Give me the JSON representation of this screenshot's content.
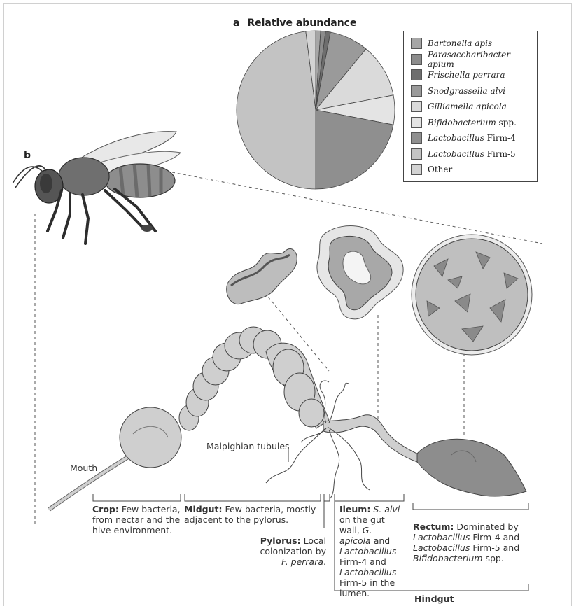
{
  "panel_a": {
    "letter": "a",
    "title": "Relative abundance"
  },
  "panel_b": {
    "letter": "b"
  },
  "chart_data": {
    "type": "pie",
    "title": "Relative abundance",
    "categories": [
      "Bartonella apis",
      "Parasaccharibacter apium",
      "Frischella perrara",
      "Snodgrassella alvi",
      "Gilliamella apicola",
      "Bifidobacterium spp.",
      "Lactobacillus Firm-4",
      "Lactobacillus Firm-5",
      "Other"
    ],
    "values": [
      1,
      1,
      1,
      8,
      11,
      6,
      22,
      48,
      2
    ],
    "colors": [
      "#a6a6a6",
      "#8c8c8c",
      "#6e6e6e",
      "#9a9a9a",
      "#dadada",
      "#e4e4e4",
      "#8f8f8f",
      "#c3c3c3",
      "#d3d3d3"
    ],
    "legend_position": "right"
  },
  "legend": {
    "items": [
      {
        "italic": "Bartonella apis",
        "plain": ""
      },
      {
        "italic": "Parasaccharibacter apium",
        "plain": ""
      },
      {
        "italic": "Frischella perrara",
        "plain": ""
      },
      {
        "italic": "Snodgrassella alvi",
        "plain": ""
      },
      {
        "italic": "Gilliamella apicola",
        "plain": ""
      },
      {
        "italic": "Bifidobacterium",
        "plain": " spp."
      },
      {
        "italic": "Lactobacillus",
        "plain": " Firm-4"
      },
      {
        "italic": "Lactobacillus",
        "plain": " Firm-5"
      },
      {
        "italic": "",
        "plain": "Other"
      }
    ]
  },
  "labels": {
    "mouth": "Mouth",
    "malpighian": "Malpighian tubules",
    "crop_title": "Crop:",
    "crop_text": " Few bacteria, from nectar and the hive environment.",
    "midgut_title": "Midgut:",
    "midgut_text": " Few bacteria, mostly adjacent to the pylorus.",
    "pylorus_title": "Pylorus:",
    "pylorus_text1": " Local colonization by ",
    "pylorus_italic": "F. perrara",
    "pylorus_text2": ".",
    "ileum_title": "Ileum:",
    "ileum_sp1": "S. alvi",
    "ileum_t1": " on the gut wall, ",
    "ileum_sp2": "G. apicola",
    "ileum_t2": " and ",
    "ileum_sp3": "Lactobacillus",
    "ileum_t3": " Firm-4 and ",
    "ileum_sp4": "Lactobacillus",
    "ileum_t4": " Firm-5 in the lumen.",
    "rectum_title": "Rectum:",
    "rectum_t1": " Dominated by ",
    "rectum_sp1": "Lactobacillus",
    "rectum_t2": " Firm-4 and ",
    "rectum_sp2": "Lactobacillus",
    "rectum_t3": " Firm-5 and ",
    "rectum_sp3": "Bifidobacterium",
    "rectum_t4": " spp.",
    "hindgut": "Hindgut"
  }
}
